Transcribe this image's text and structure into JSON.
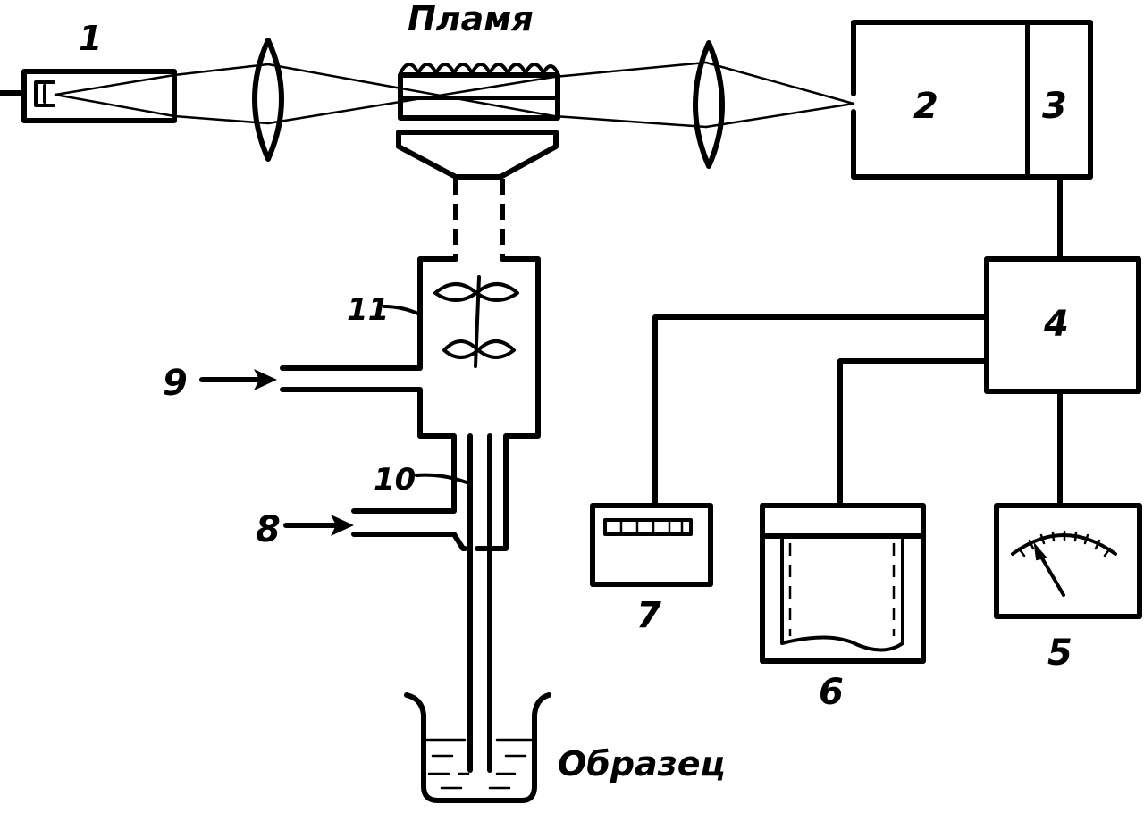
{
  "labels": {
    "flame": "Пламя",
    "sample": "Образец",
    "n1": "1",
    "n2": "2",
    "n3": "3",
    "n4": "4",
    "n5": "5",
    "n6": "6",
    "n7": "7",
    "n8": "8",
    "n9": "9",
    "n10": "10",
    "n11": "11"
  }
}
